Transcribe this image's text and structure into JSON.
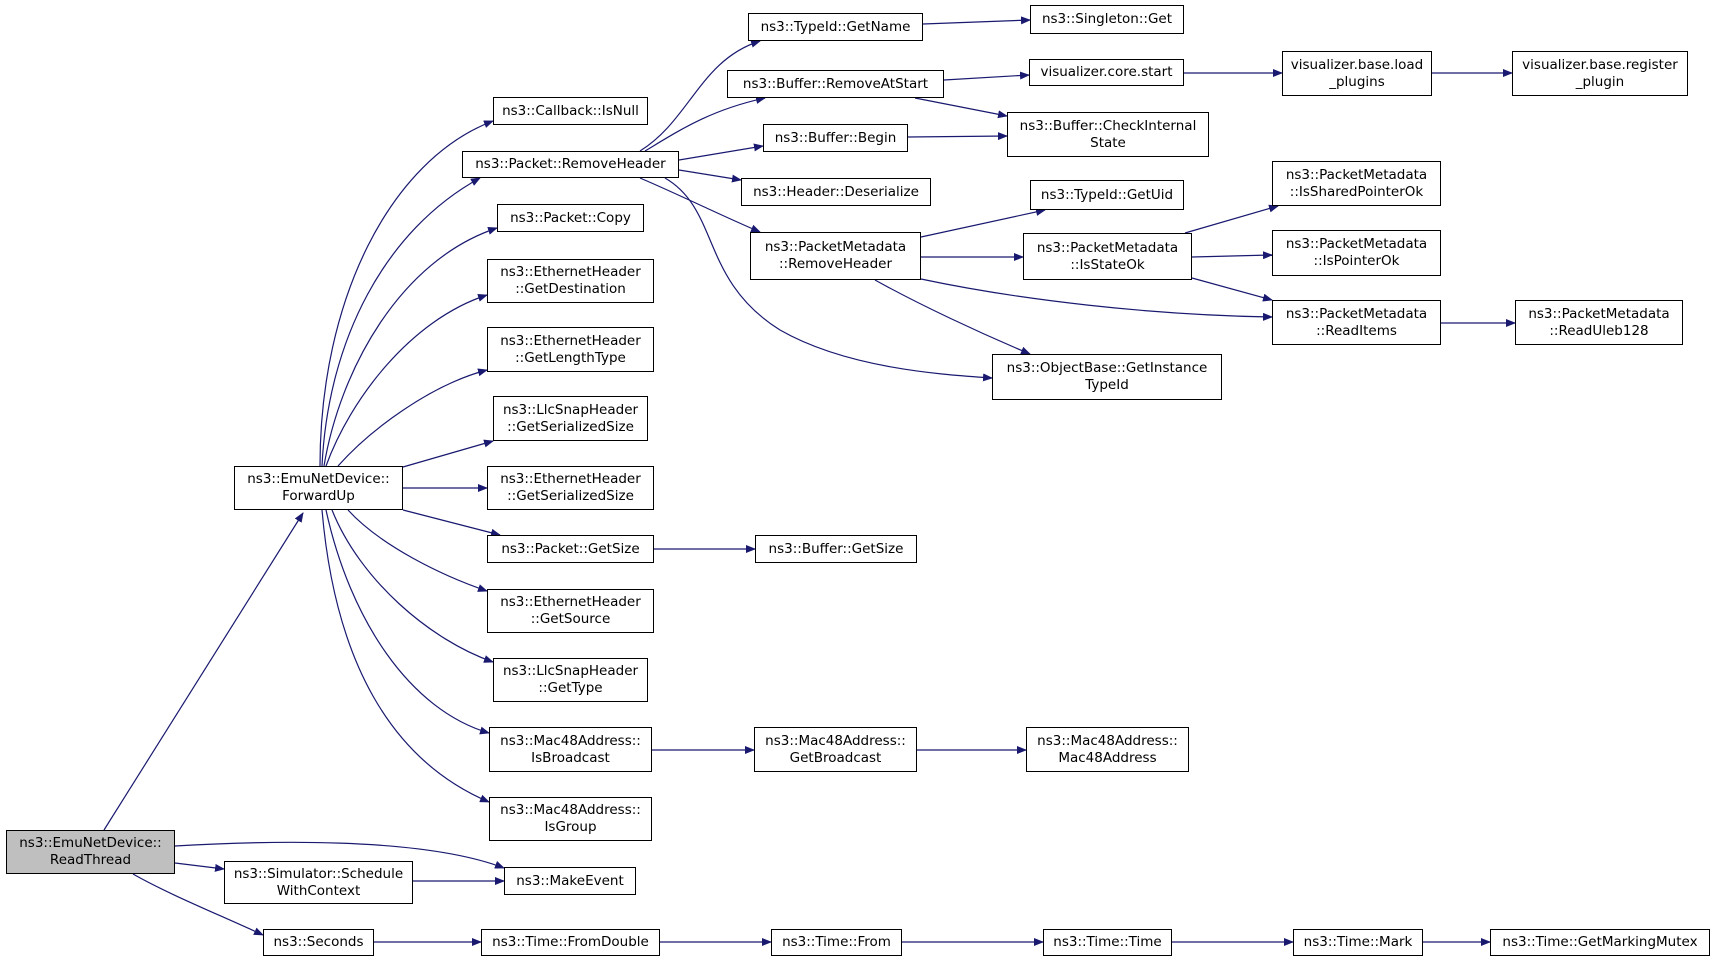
{
  "colors": {
    "edge": "#191970",
    "node_border": "#000000",
    "node_fill": "#ffffff",
    "root_fill": "#bfbfbf"
  },
  "nodes": [
    {
      "id": "readthread",
      "lines": [
        "ns3::EmuNetDevice::",
        "ReadThread"
      ],
      "root": true
    },
    {
      "id": "forwardup",
      "lines": [
        "ns3::EmuNetDevice::",
        "ForwardUp"
      ]
    },
    {
      "id": "schedulewithcontext",
      "lines": [
        "ns3::Simulator::Schedule",
        "WithContext"
      ]
    },
    {
      "id": "makeevent",
      "lines": [
        "ns3::MakeEvent"
      ]
    },
    {
      "id": "seconds",
      "lines": [
        "ns3::Seconds"
      ]
    },
    {
      "id": "fromdouble",
      "lines": [
        "ns3::Time::FromDouble"
      ]
    },
    {
      "id": "timefrom",
      "lines": [
        "ns3::Time::From"
      ]
    },
    {
      "id": "timetime",
      "lines": [
        "ns3::Time::Time"
      ]
    },
    {
      "id": "timemark",
      "lines": [
        "ns3::Time::Mark"
      ]
    },
    {
      "id": "getmarkingmutex",
      "lines": [
        "ns3::Time::GetMarkingMutex"
      ]
    },
    {
      "id": "isnull",
      "lines": [
        "ns3::Callback::IsNull"
      ]
    },
    {
      "id": "pkt_removeheader",
      "lines": [
        "ns3::Packet::RemoveHeader"
      ]
    },
    {
      "id": "pkt_copy",
      "lines": [
        "ns3::Packet::Copy"
      ]
    },
    {
      "id": "eth_getdestination",
      "lines": [
        "ns3::EthernetHeader",
        "::GetDestination"
      ]
    },
    {
      "id": "eth_getlengthtype",
      "lines": [
        "ns3::EthernetHeader",
        "::GetLengthType"
      ]
    },
    {
      "id": "llc_getserializedsize",
      "lines": [
        "ns3::LlcSnapHeader",
        "::GetSerializedSize"
      ]
    },
    {
      "id": "eth_getserializedsize",
      "lines": [
        "ns3::EthernetHeader",
        "::GetSerializedSize"
      ]
    },
    {
      "id": "pkt_getsize",
      "lines": [
        "ns3::Packet::GetSize"
      ]
    },
    {
      "id": "eth_getsource",
      "lines": [
        "ns3::EthernetHeader",
        "::GetSource"
      ]
    },
    {
      "id": "llc_gettype",
      "lines": [
        "ns3::LlcSnapHeader",
        "::GetType"
      ]
    },
    {
      "id": "mac_isbroadcast",
      "lines": [
        "ns3::Mac48Address::",
        "IsBroadcast"
      ]
    },
    {
      "id": "mac_isgroup",
      "lines": [
        "ns3::Mac48Address::",
        "IsGroup"
      ]
    },
    {
      "id": "buf_getsize",
      "lines": [
        "ns3::Buffer::GetSize"
      ]
    },
    {
      "id": "mac_getbroadcast",
      "lines": [
        "ns3::Mac48Address::",
        "GetBroadcast"
      ]
    },
    {
      "id": "mac_mac48address",
      "lines": [
        "ns3::Mac48Address::",
        "Mac48Address"
      ]
    },
    {
      "id": "typeid_getname",
      "lines": [
        "ns3::TypeId::GetName"
      ]
    },
    {
      "id": "singleton_get",
      "lines": [
        "ns3::Singleton::Get"
      ]
    },
    {
      "id": "buf_removeatstart",
      "lines": [
        "ns3::Buffer::RemoveAtStart"
      ]
    },
    {
      "id": "vis_core_start",
      "lines": [
        "visualizer.core.start"
      ]
    },
    {
      "id": "vis_load_plugins",
      "lines": [
        "visualizer.base.load",
        "_plugins"
      ]
    },
    {
      "id": "vis_register_plugin",
      "lines": [
        "visualizer.base.register",
        "_plugin"
      ]
    },
    {
      "id": "buf_begin",
      "lines": [
        "ns3::Buffer::Begin"
      ]
    },
    {
      "id": "buf_checkinternalstate",
      "lines": [
        "ns3::Buffer::CheckInternal",
        "State"
      ]
    },
    {
      "id": "hdr_deserialize",
      "lines": [
        "ns3::Header::Deserialize"
      ]
    },
    {
      "id": "pm_removeheader",
      "lines": [
        "ns3::PacketMetadata",
        "::RemoveHeader"
      ]
    },
    {
      "id": "typeid_getuid",
      "lines": [
        "ns3::TypeId::GetUid"
      ]
    },
    {
      "id": "pm_isstateok",
      "lines": [
        "ns3::PacketMetadata",
        "::IsStateOk"
      ]
    },
    {
      "id": "pm_issharedpointerok",
      "lines": [
        "ns3::PacketMetadata",
        "::IsSharedPointerOk"
      ]
    },
    {
      "id": "pm_ispointerok",
      "lines": [
        "ns3::PacketMetadata",
        "::IsPointerOk"
      ]
    },
    {
      "id": "pm_readitems",
      "lines": [
        "ns3::PacketMetadata",
        "::ReadItems"
      ]
    },
    {
      "id": "pm_readuleb128",
      "lines": [
        "ns3::PacketMetadata",
        "::ReadUleb128"
      ]
    },
    {
      "id": "objbase_getinstancetypeid",
      "lines": [
        "ns3::ObjectBase::GetInstance",
        "TypeId"
      ]
    }
  ],
  "edges": [
    {
      "from": "readthread",
      "to": "forwardup"
    },
    {
      "from": "readthread",
      "to": "makeevent"
    },
    {
      "from": "readthread",
      "to": "schedulewithcontext"
    },
    {
      "from": "readthread",
      "to": "seconds"
    },
    {
      "from": "schedulewithcontext",
      "to": "makeevent"
    },
    {
      "from": "seconds",
      "to": "fromdouble"
    },
    {
      "from": "fromdouble",
      "to": "timefrom"
    },
    {
      "from": "timefrom",
      "to": "timetime"
    },
    {
      "from": "timetime",
      "to": "timemark"
    },
    {
      "from": "timemark",
      "to": "getmarkingmutex"
    },
    {
      "from": "forwardup",
      "to": "isnull"
    },
    {
      "from": "forwardup",
      "to": "pkt_removeheader"
    },
    {
      "from": "forwardup",
      "to": "pkt_copy"
    },
    {
      "from": "forwardup",
      "to": "eth_getdestination"
    },
    {
      "from": "forwardup",
      "to": "eth_getlengthtype"
    },
    {
      "from": "forwardup",
      "to": "llc_getserializedsize"
    },
    {
      "from": "forwardup",
      "to": "eth_getserializedsize"
    },
    {
      "from": "forwardup",
      "to": "pkt_getsize"
    },
    {
      "from": "forwardup",
      "to": "eth_getsource"
    },
    {
      "from": "forwardup",
      "to": "llc_gettype"
    },
    {
      "from": "forwardup",
      "to": "mac_isbroadcast"
    },
    {
      "from": "forwardup",
      "to": "mac_isgroup"
    },
    {
      "from": "pkt_getsize",
      "to": "buf_getsize"
    },
    {
      "from": "mac_isbroadcast",
      "to": "mac_getbroadcast"
    },
    {
      "from": "mac_getbroadcast",
      "to": "mac_mac48address"
    },
    {
      "from": "pkt_removeheader",
      "to": "typeid_getname"
    },
    {
      "from": "pkt_removeheader",
      "to": "buf_removeatstart"
    },
    {
      "from": "pkt_removeheader",
      "to": "buf_begin"
    },
    {
      "from": "pkt_removeheader",
      "to": "hdr_deserialize"
    },
    {
      "from": "pkt_removeheader",
      "to": "pm_removeheader"
    },
    {
      "from": "pkt_removeheader",
      "to": "objbase_getinstancetypeid"
    },
    {
      "from": "typeid_getname",
      "to": "singleton_get"
    },
    {
      "from": "buf_removeatstart",
      "to": "vis_core_start"
    },
    {
      "from": "buf_removeatstart",
      "to": "buf_checkinternalstate"
    },
    {
      "from": "vis_core_start",
      "to": "vis_load_plugins"
    },
    {
      "from": "vis_load_plugins",
      "to": "vis_register_plugin"
    },
    {
      "from": "buf_begin",
      "to": "buf_checkinternalstate"
    },
    {
      "from": "pm_removeheader",
      "to": "typeid_getuid"
    },
    {
      "from": "pm_removeheader",
      "to": "pm_isstateok"
    },
    {
      "from": "pm_removeheader",
      "to": "pm_readitems"
    },
    {
      "from": "pm_removeheader",
      "to": "objbase_getinstancetypeid"
    },
    {
      "from": "pm_isstateok",
      "to": "pm_issharedpointerok"
    },
    {
      "from": "pm_isstateok",
      "to": "pm_ispointerok"
    },
    {
      "from": "pm_isstateok",
      "to": "pm_readitems"
    },
    {
      "from": "pm_readitems",
      "to": "pm_readuleb128"
    }
  ]
}
